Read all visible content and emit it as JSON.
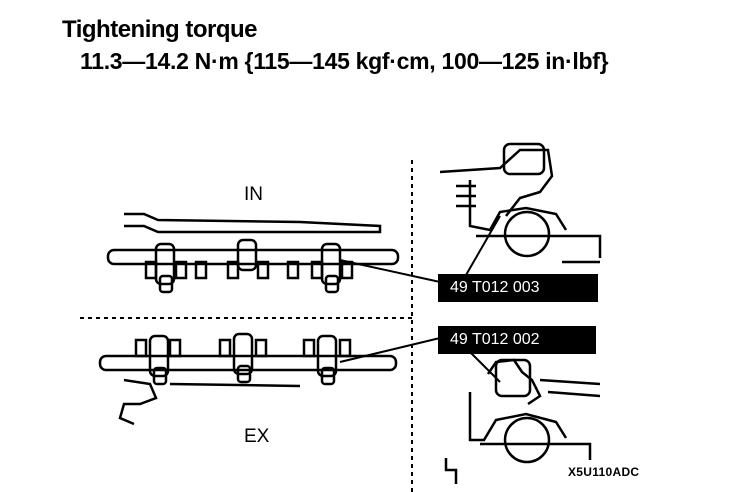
{
  "title": "Tightening torque",
  "torque_value": "11.3—14.2 N·m {115—145 kgf·cm, 100—125 in·lbf}",
  "labels": {
    "intake": "IN",
    "exhaust": "EX"
  },
  "tools": {
    "upper": "49 T012 003",
    "lower": "49 T012 002"
  },
  "figure_code": "X5U110ADC"
}
